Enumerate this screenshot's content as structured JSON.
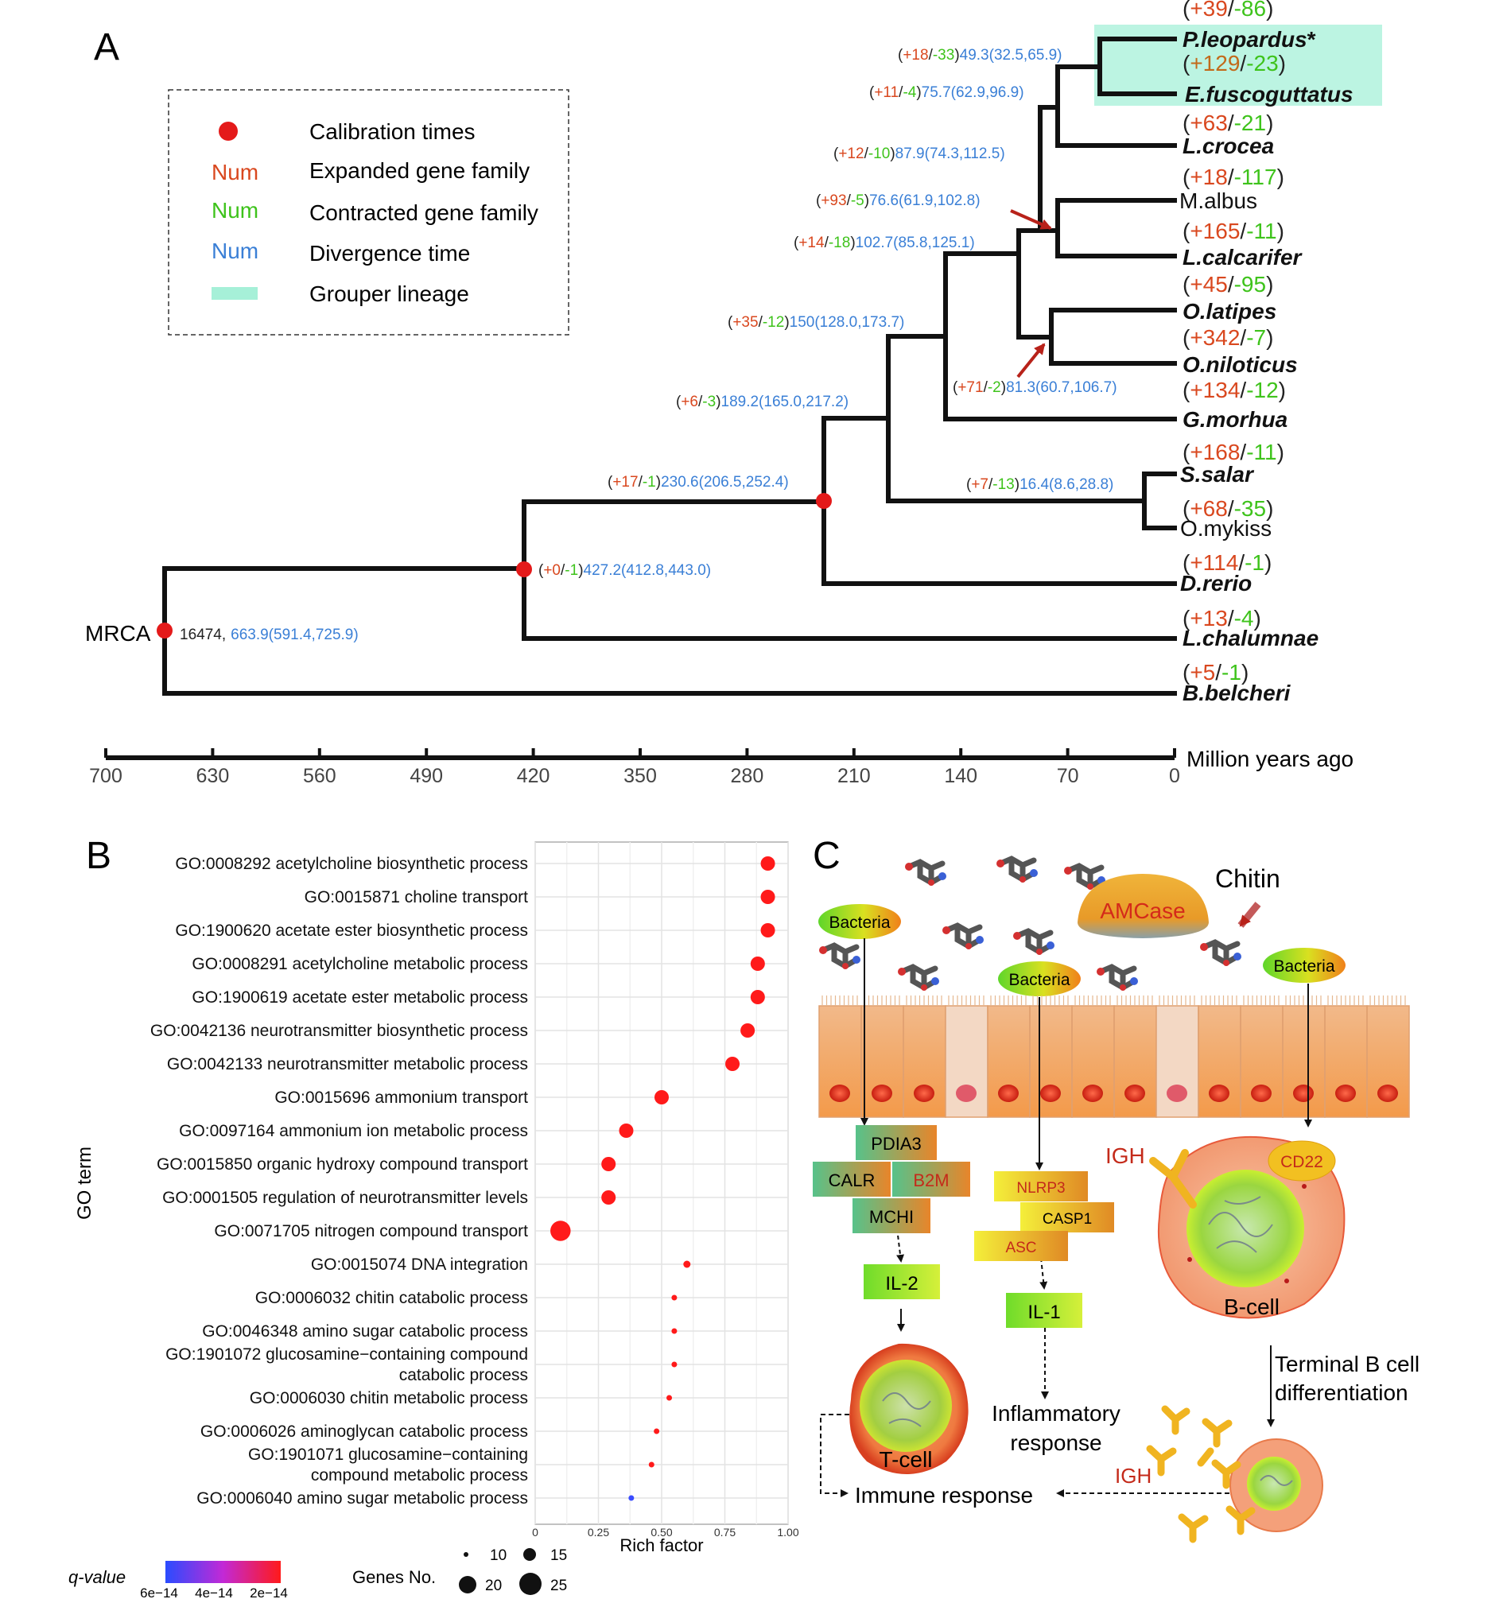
{
  "panel_a": {
    "label": "A",
    "legend": [
      {
        "key": "dot",
        "text": "Calibration times"
      },
      {
        "key": "Num",
        "key_color": "#d9481f",
        "text": "Expanded gene family"
      },
      {
        "key": "Num",
        "key_color": "#3ec31b",
        "text": "Contracted gene family"
      },
      {
        "key": "Num",
        "key_color": "#3a7fd6",
        "text": "Divergence time"
      },
      {
        "key": "rect",
        "text": "Grouper lineage"
      }
    ],
    "species": [
      {
        "name": "P.leopardus",
        "star": "*",
        "ann": [
          "+39",
          "-86"
        ]
      },
      {
        "name": "E.fuscoguttatus",
        "ann": [
          "+129",
          "-23"
        ]
      },
      {
        "name": "L.crocea",
        "ann": [
          "+63",
          "-21"
        ]
      },
      {
        "name": "M.albus",
        "ann": [
          "+18",
          "-117"
        ]
      },
      {
        "name": "L.calcarifer",
        "ann": [
          "+165",
          "-11"
        ]
      },
      {
        "name": "O.latipes",
        "ann": [
          "+45",
          "-95"
        ]
      },
      {
        "name": "O.niloticus",
        "ann": [
          "+342",
          "-7"
        ]
      },
      {
        "name": "G.morhua",
        "ann": [
          "+134",
          "-12"
        ]
      },
      {
        "name": "S.salar",
        "ann": [
          "+168",
          "-11"
        ]
      },
      {
        "name": "O.mykiss",
        "ann": [
          "+68",
          "-35"
        ]
      },
      {
        "name": "D.rerio",
        "ann": [
          "+114",
          "-1"
        ]
      },
      {
        "name": "L.chalumnae",
        "ann": [
          "+13",
          "-4"
        ]
      },
      {
        "name": "B.belcheri",
        "ann": [
          "+5",
          "-1"
        ]
      }
    ],
    "nodes": [
      {
        "exp": "+18",
        "con": "-33",
        "time": "49.3(32.5,65.9)"
      },
      {
        "exp": "+11",
        "con": "-4",
        "time": "75.7(62.9,96.9)"
      },
      {
        "exp": "+12",
        "con": "-10",
        "time": "87.9(74.3,112.5)"
      },
      {
        "exp": "+93",
        "con": "-5",
        "time": "76.6(61.9,102.8)"
      },
      {
        "exp": "+14",
        "con": "-18",
        "time": "102.7(85.8,125.1)"
      },
      {
        "exp": "+71",
        "con": "-2",
        "time": "81.3(60.7,106.7)"
      },
      {
        "exp": "+35",
        "con": "-12",
        "time": "150(128.0,173.7)"
      },
      {
        "exp": "+6",
        "con": "-3",
        "time": "189.2(165.0,217.2)"
      },
      {
        "exp": "+7",
        "con": "-13",
        "time": "16.4(8.6,28.8)"
      },
      {
        "exp": "+17",
        "con": "-1",
        "time": "230.6(206.5,252.4)"
      },
      {
        "exp": "+0",
        "con": "-1",
        "time": "427.2(412.8,443.0)"
      }
    ],
    "mrca_label": "MRCA",
    "mrca_count": "16474,",
    "mrca_time": "663.9(591.4,725.9)",
    "axis_ticks": [
      "700",
      "630",
      "560",
      "490",
      "420",
      "350",
      "280",
      "210",
      "140",
      "70",
      "0"
    ],
    "axis_label": "Million years ago"
  },
  "panel_b": {
    "label": "B",
    "chart_data": {
      "type": "scatter",
      "xlabel": "Rich factor",
      "ylabel": "GO term",
      "xlim": [
        0,
        1.0
      ],
      "x_ticks": [
        "0",
        "0.25",
        "0.50",
        "0.75",
        "1.00"
      ],
      "grid": true,
      "categories": [
        "GO:0008292 acetylcholine biosynthetic process",
        "GO:0015871 choline transport",
        "GO:1900620 acetate ester biosynthetic process",
        "GO:0008291 acetylcholine metabolic process",
        "GO:1900619 acetate ester metabolic process",
        "GO:0042136 neurotransmitter biosynthetic process",
        "GO:0042133 neurotransmitter metabolic process",
        "GO:0015696 ammonium transport",
        "GO:0097164 ammonium ion metabolic process",
        "GO:0015850 organic hydroxy compound transport",
        "GO:0001505 regulation of neurotransmitter levels",
        "GO:0071705 nitrogen compound transport",
        "GO:0015074 DNA integration",
        "GO:0006032 chitin catabolic process",
        "GO:0046348 amino sugar catabolic process",
        "GO:1901072 glucosamine−containing compound catabolic process",
        "GO:0006030 chitin metabolic process",
        "GO:0006026 aminoglycan catabolic process",
        "GO:1901071 glucosamine−containing compound metabolic process",
        "GO:0006040 amino sugar metabolic process"
      ],
      "x": [
        0.92,
        0.92,
        0.92,
        0.88,
        0.88,
        0.84,
        0.78,
        0.5,
        0.36,
        0.29,
        0.29,
        0.1,
        0.6,
        0.55,
        0.55,
        0.55,
        0.53,
        0.48,
        0.46,
        0.38
      ],
      "genes": [
        20,
        20,
        20,
        20,
        20,
        20,
        20,
        20,
        20,
        20,
        20,
        25,
        14,
        10,
        10,
        10,
        10,
        10,
        10,
        10
      ],
      "qvalue_color": [
        "#ff1a1a",
        "#ff1a1a",
        "#ff1a1a",
        "#ff1a1a",
        "#ff1a1a",
        "#ff1a1a",
        "#ff1a1a",
        "#ff1a1a",
        "#ff1a1a",
        "#ff1a1a",
        "#ff1a1a",
        "#ff1a1a",
        "#ff1a1a",
        "#ff1a1a",
        "#ff1a1a",
        "#ff1a1a",
        "#ff1a1a",
        "#ff1a1a",
        "#ff1a1a",
        "#3a4cff"
      ],
      "color_legend_title": "q-value",
      "color_legend_ticks": [
        "6e−14",
        "4e−14",
        "2e−14"
      ],
      "size_legend_title": "Genes No.",
      "size_legend": [
        "10",
        "15",
        "20",
        "25"
      ]
    }
  },
  "panel_c": {
    "label": "C",
    "chitin": "Chitin",
    "amcase": "AMCase",
    "bacteria": [
      "Bacteria",
      "Bacteria",
      "Bacteria"
    ],
    "mhc": [
      "PDIA3",
      "CALR",
      "B2M",
      "MCHI"
    ],
    "inflammasome": [
      "NLRP3",
      "CASP1",
      "ASC"
    ],
    "cytokines": [
      "IL-2",
      "IL-1"
    ],
    "igh": "IGH",
    "cd22": "CD22",
    "b_cell": "B-cell",
    "t_cell": "T-cell",
    "terminal": [
      "Terminal B cell",
      "differentiation"
    ],
    "inflammatory": [
      "Inflammatory",
      "response"
    ],
    "immune": "Immune response",
    "igh2": "IGH"
  }
}
